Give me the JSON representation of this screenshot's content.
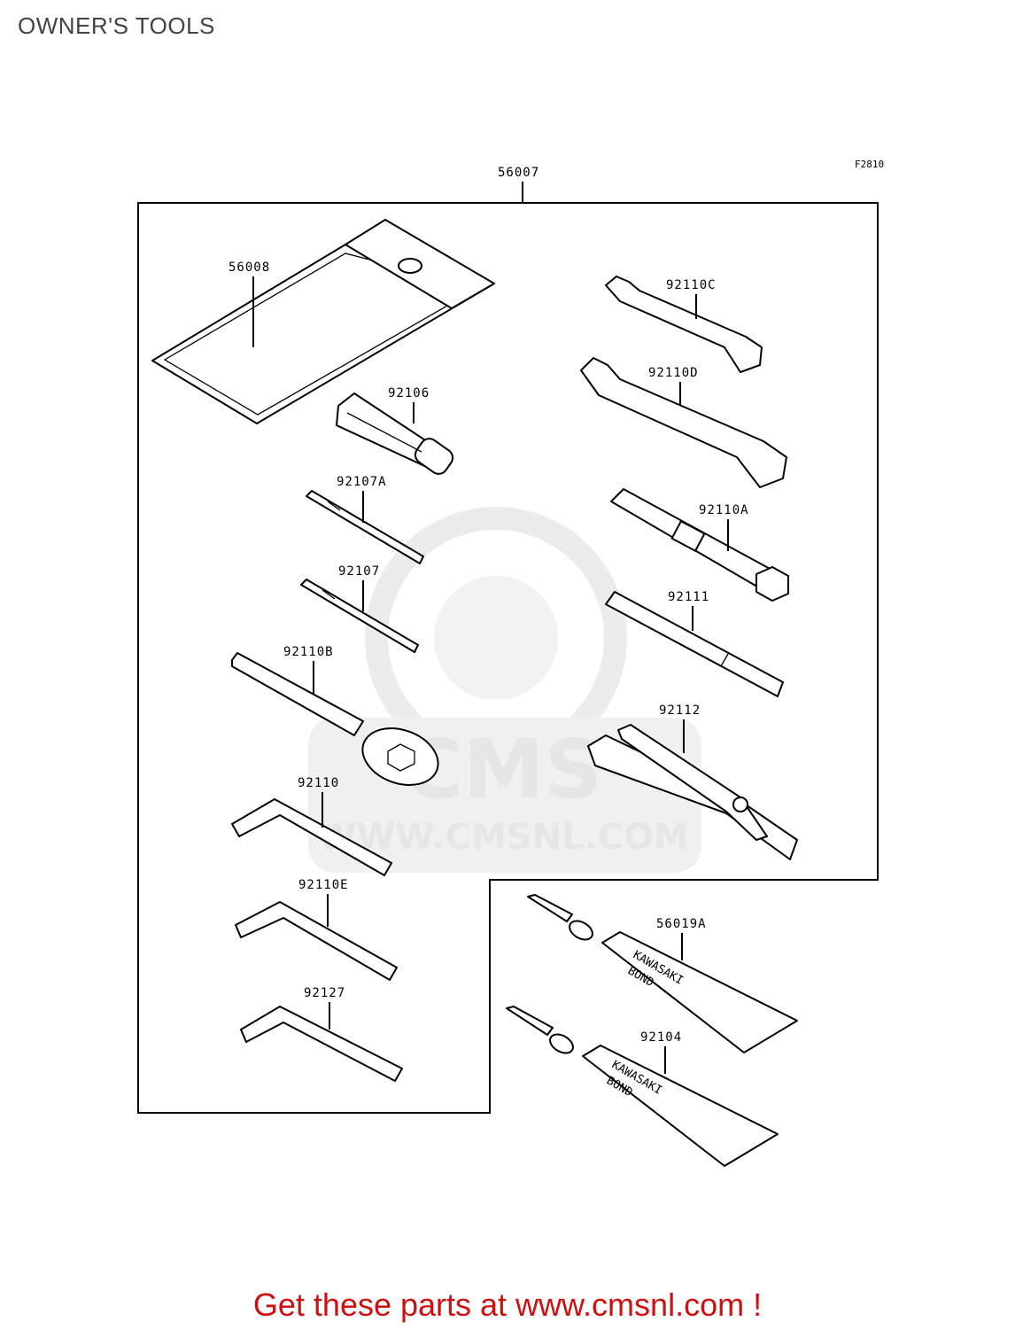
{
  "page": {
    "title": "OWNER'S TOOLS",
    "figure_code": "F2810",
    "promo_text": "Get these parts at www.cmsnl.com !"
  },
  "watermark": {
    "brand": "CMS",
    "url": "WWW.CMSNL.COM"
  },
  "parts": {
    "kit": "56007",
    "bag": "56008",
    "plug_wrench": "92106",
    "screwdriver_bit_a": "92107A",
    "screwdriver_bit": "92107",
    "ring_wrench": "92110B",
    "hex_key_large": "92110",
    "hex_key_medium": "92110E",
    "hex_key_small": "92127",
    "open_wrench_c": "92110C",
    "open_wrench_d": "92110D",
    "box_wrench": "92110A",
    "handle": "92111",
    "pliers": "92112",
    "bond_a": "56019A",
    "bond": "92104"
  },
  "tube_print": {
    "line1": "KAWASAKI",
    "line2": "BOND"
  }
}
